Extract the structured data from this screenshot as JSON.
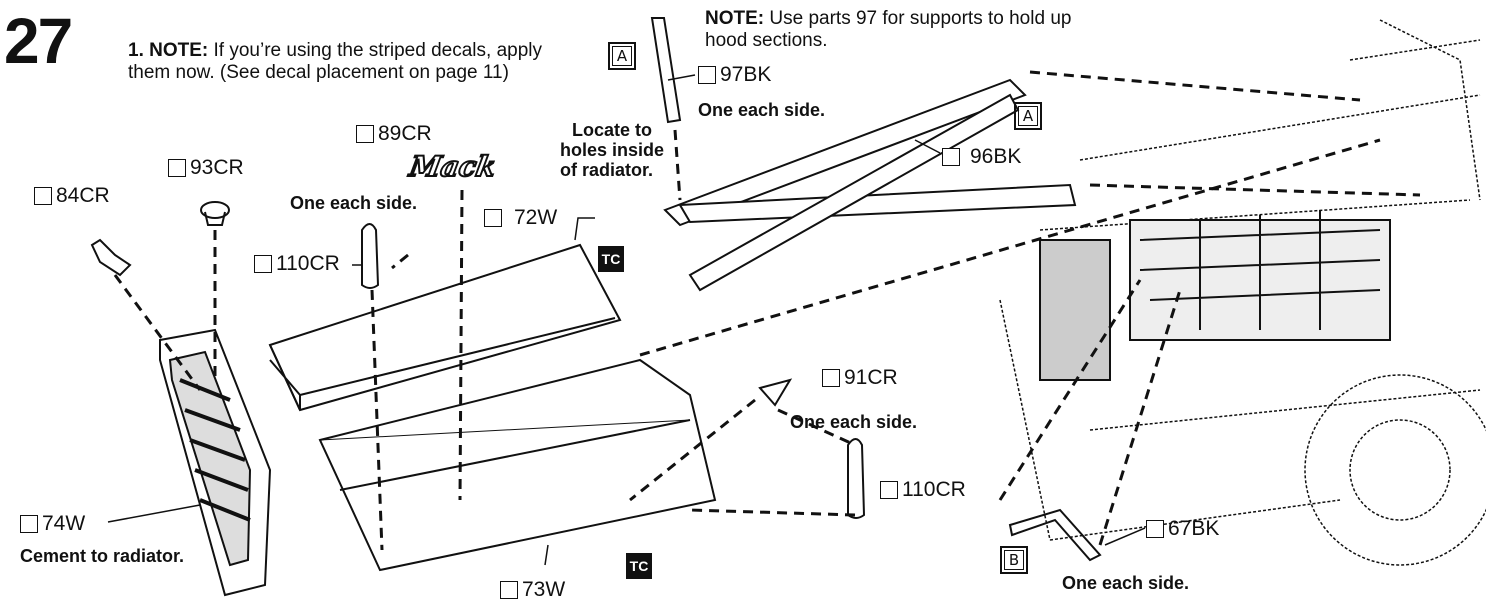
{
  "step": {
    "number": "27"
  },
  "instructions": {
    "item_number": "1.",
    "note_label": "NOTE:",
    "note_text": "If you’re using the striped decals, apply them now. (See decal placement on page 11)"
  },
  "top_note": {
    "label": "NOTE:",
    "text": "Use parts 97 for supports to hold up hood sections."
  },
  "parts": {
    "p97": "97BK",
    "p96": "96BK",
    "p89": "89CR",
    "p93": "93CR",
    "p84": "84CR",
    "p110a": "110CR",
    "p72": "72W",
    "p74": "74W",
    "p73": "73W",
    "p91": "91CR",
    "p110b": "110CR",
    "p67": "67BK"
  },
  "callouts": {
    "one_each_97": "One each side.",
    "locate_line1": "Locate to",
    "locate_line2": "holes inside",
    "locate_line3": "of radiator.",
    "one_each_89": "One each side.",
    "one_each_91": "One each side.",
    "one_each_67": "One each side.",
    "cement": "Cement to radiator."
  },
  "markers": {
    "a1": "A",
    "a2": "A",
    "b": "B",
    "tc1": "TC",
    "tc2": "TC"
  },
  "logo": {
    "text": "Mack"
  },
  "colors": {
    "ink": "#111111",
    "paper": "#ffffff"
  }
}
